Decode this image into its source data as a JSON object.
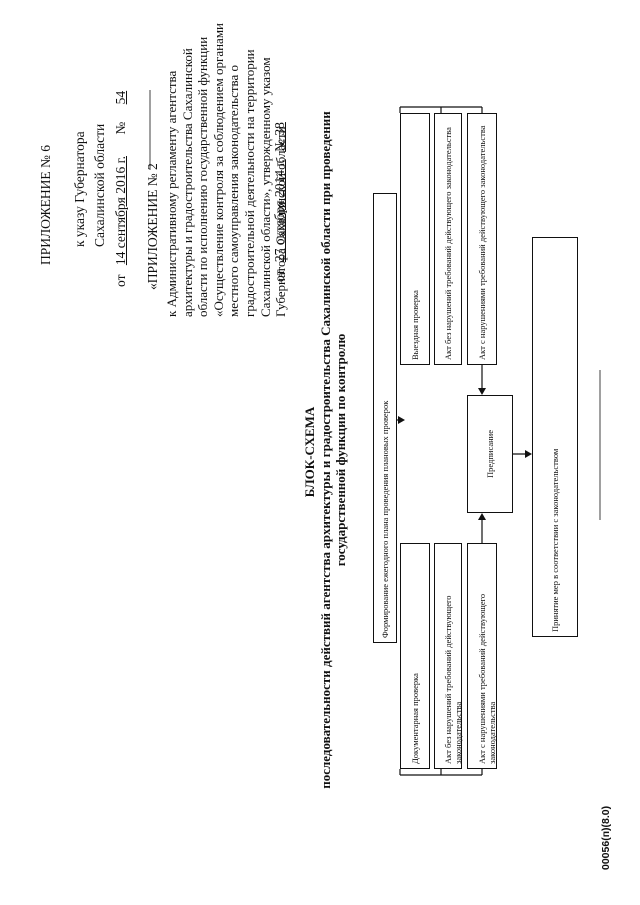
{
  "header": {
    "line1": "ПРИЛОЖЕНИЕ № 6",
    "line2": "к указу Губернатора",
    "line3": "Сахалинской области",
    "from_label": "от",
    "date_value": "14  сентября  2016  г.",
    "number_label": "№",
    "number_value": "54"
  },
  "appendix": {
    "title": "«ПРИЛОЖЕНИЕ № 2",
    "body_1": "к Административному регламенту агентства архитектуры и градостроительства Сахалинской области по исполнению государственной функции «Осуществление контроля за соблюдением органами местного самоуправления законодательства о градостроительной деятельности на территории Сахалинской области», утвержденному указом Губернатора Сахалинской области",
    "from_label": "от",
    "date_value": "27 октября 2014 г.",
    "number_value": "№ 38"
  },
  "heading": {
    "title": "БЛОК-СХЕМА",
    "subtitle": "последовательности действий агентства архитектуры и градостроительства Сахалинской области при проведении государственной функции по контролю"
  },
  "flow": {
    "plan": "Формирование ежегодного плана проведения плановых проверок",
    "doc_check": "Документарная проверка",
    "field_check": "Выездная проверка",
    "act_doc_ok": "Акт без нарушений требований действующего законодательства",
    "act_doc_bad": "Акт с нарушениями требований действующего законодательства",
    "act_field_ok": "Акт без нарушений требований действующего законодательства",
    "act_field_bad": "Акт с нарушениями требований действующего законодательства",
    "order": "Предписание",
    "measures": "Принятие мер в соответствии с законодательством"
  },
  "footer": {
    "code": "00056(п)(8.0)"
  }
}
